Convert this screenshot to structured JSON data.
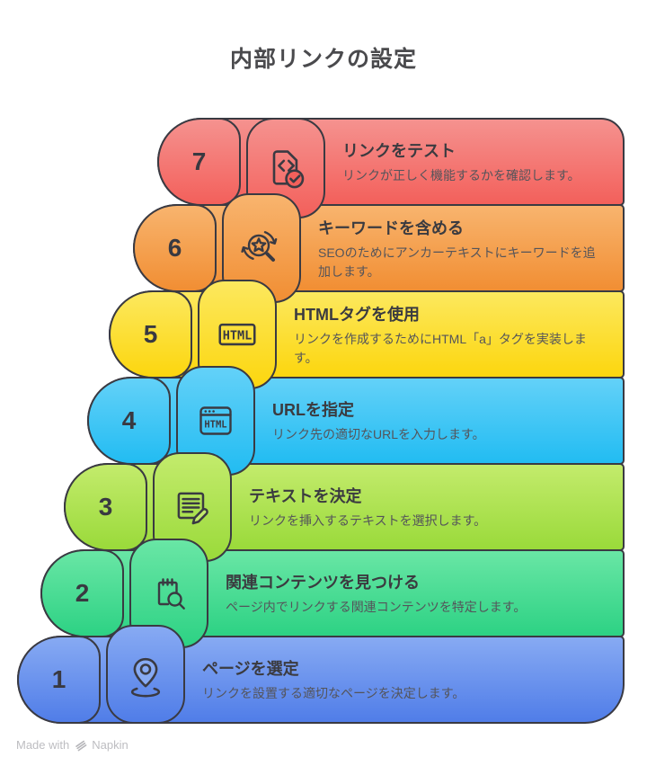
{
  "page": {
    "title": "内部リンクの設定"
  },
  "footer": {
    "made_with": "Made with",
    "brand": "Napkin"
  },
  "border_color": "#3a3a42",
  "steps": [
    {
      "number": "7",
      "title": "リンクをテスト",
      "description": "リンクが正しく機能するかを確認します。",
      "icon": "file-code-check-icon",
      "color_top": "#f5928f",
      "color_bottom": "#f3605b"
    },
    {
      "number": "6",
      "title": "キーワードを含める",
      "description": "SEOのためにアンカーテキストにキーワードを追加します。",
      "icon": "keyword-search-icon",
      "color_top": "#f8b46e",
      "color_bottom": "#f18e33"
    },
    {
      "number": "5",
      "title": "HTMLタグを使用",
      "description": "リンクを作成するためにHTML「a」タグを実装します。",
      "icon": "html-tag-icon",
      "color_top": "#fce85e",
      "color_bottom": "#fcd60e"
    },
    {
      "number": "4",
      "title": "URLを指定",
      "description": "リンク先の適切なURLを入力します。",
      "icon": "browser-url-icon",
      "color_top": "#63d1f8",
      "color_bottom": "#22bcf2"
    },
    {
      "number": "3",
      "title": "テキストを決定",
      "description": "リンクを挿入するテキストを選択します。",
      "icon": "text-edit-icon",
      "color_top": "#c3eb6c",
      "color_bottom": "#9ada3a"
    },
    {
      "number": "2",
      "title": "関連コンテンツを見つける",
      "description": "ページ内でリンクする関連コンテンツを特定します。",
      "icon": "content-search-icon",
      "color_top": "#69e6a5",
      "color_bottom": "#2dd284"
    },
    {
      "number": "1",
      "title": "ページを選定",
      "description": "リンクを設置する適切なページを決定します。",
      "icon": "location-pin-icon",
      "color_top": "#87aaf3",
      "color_bottom": "#507de8"
    }
  ]
}
